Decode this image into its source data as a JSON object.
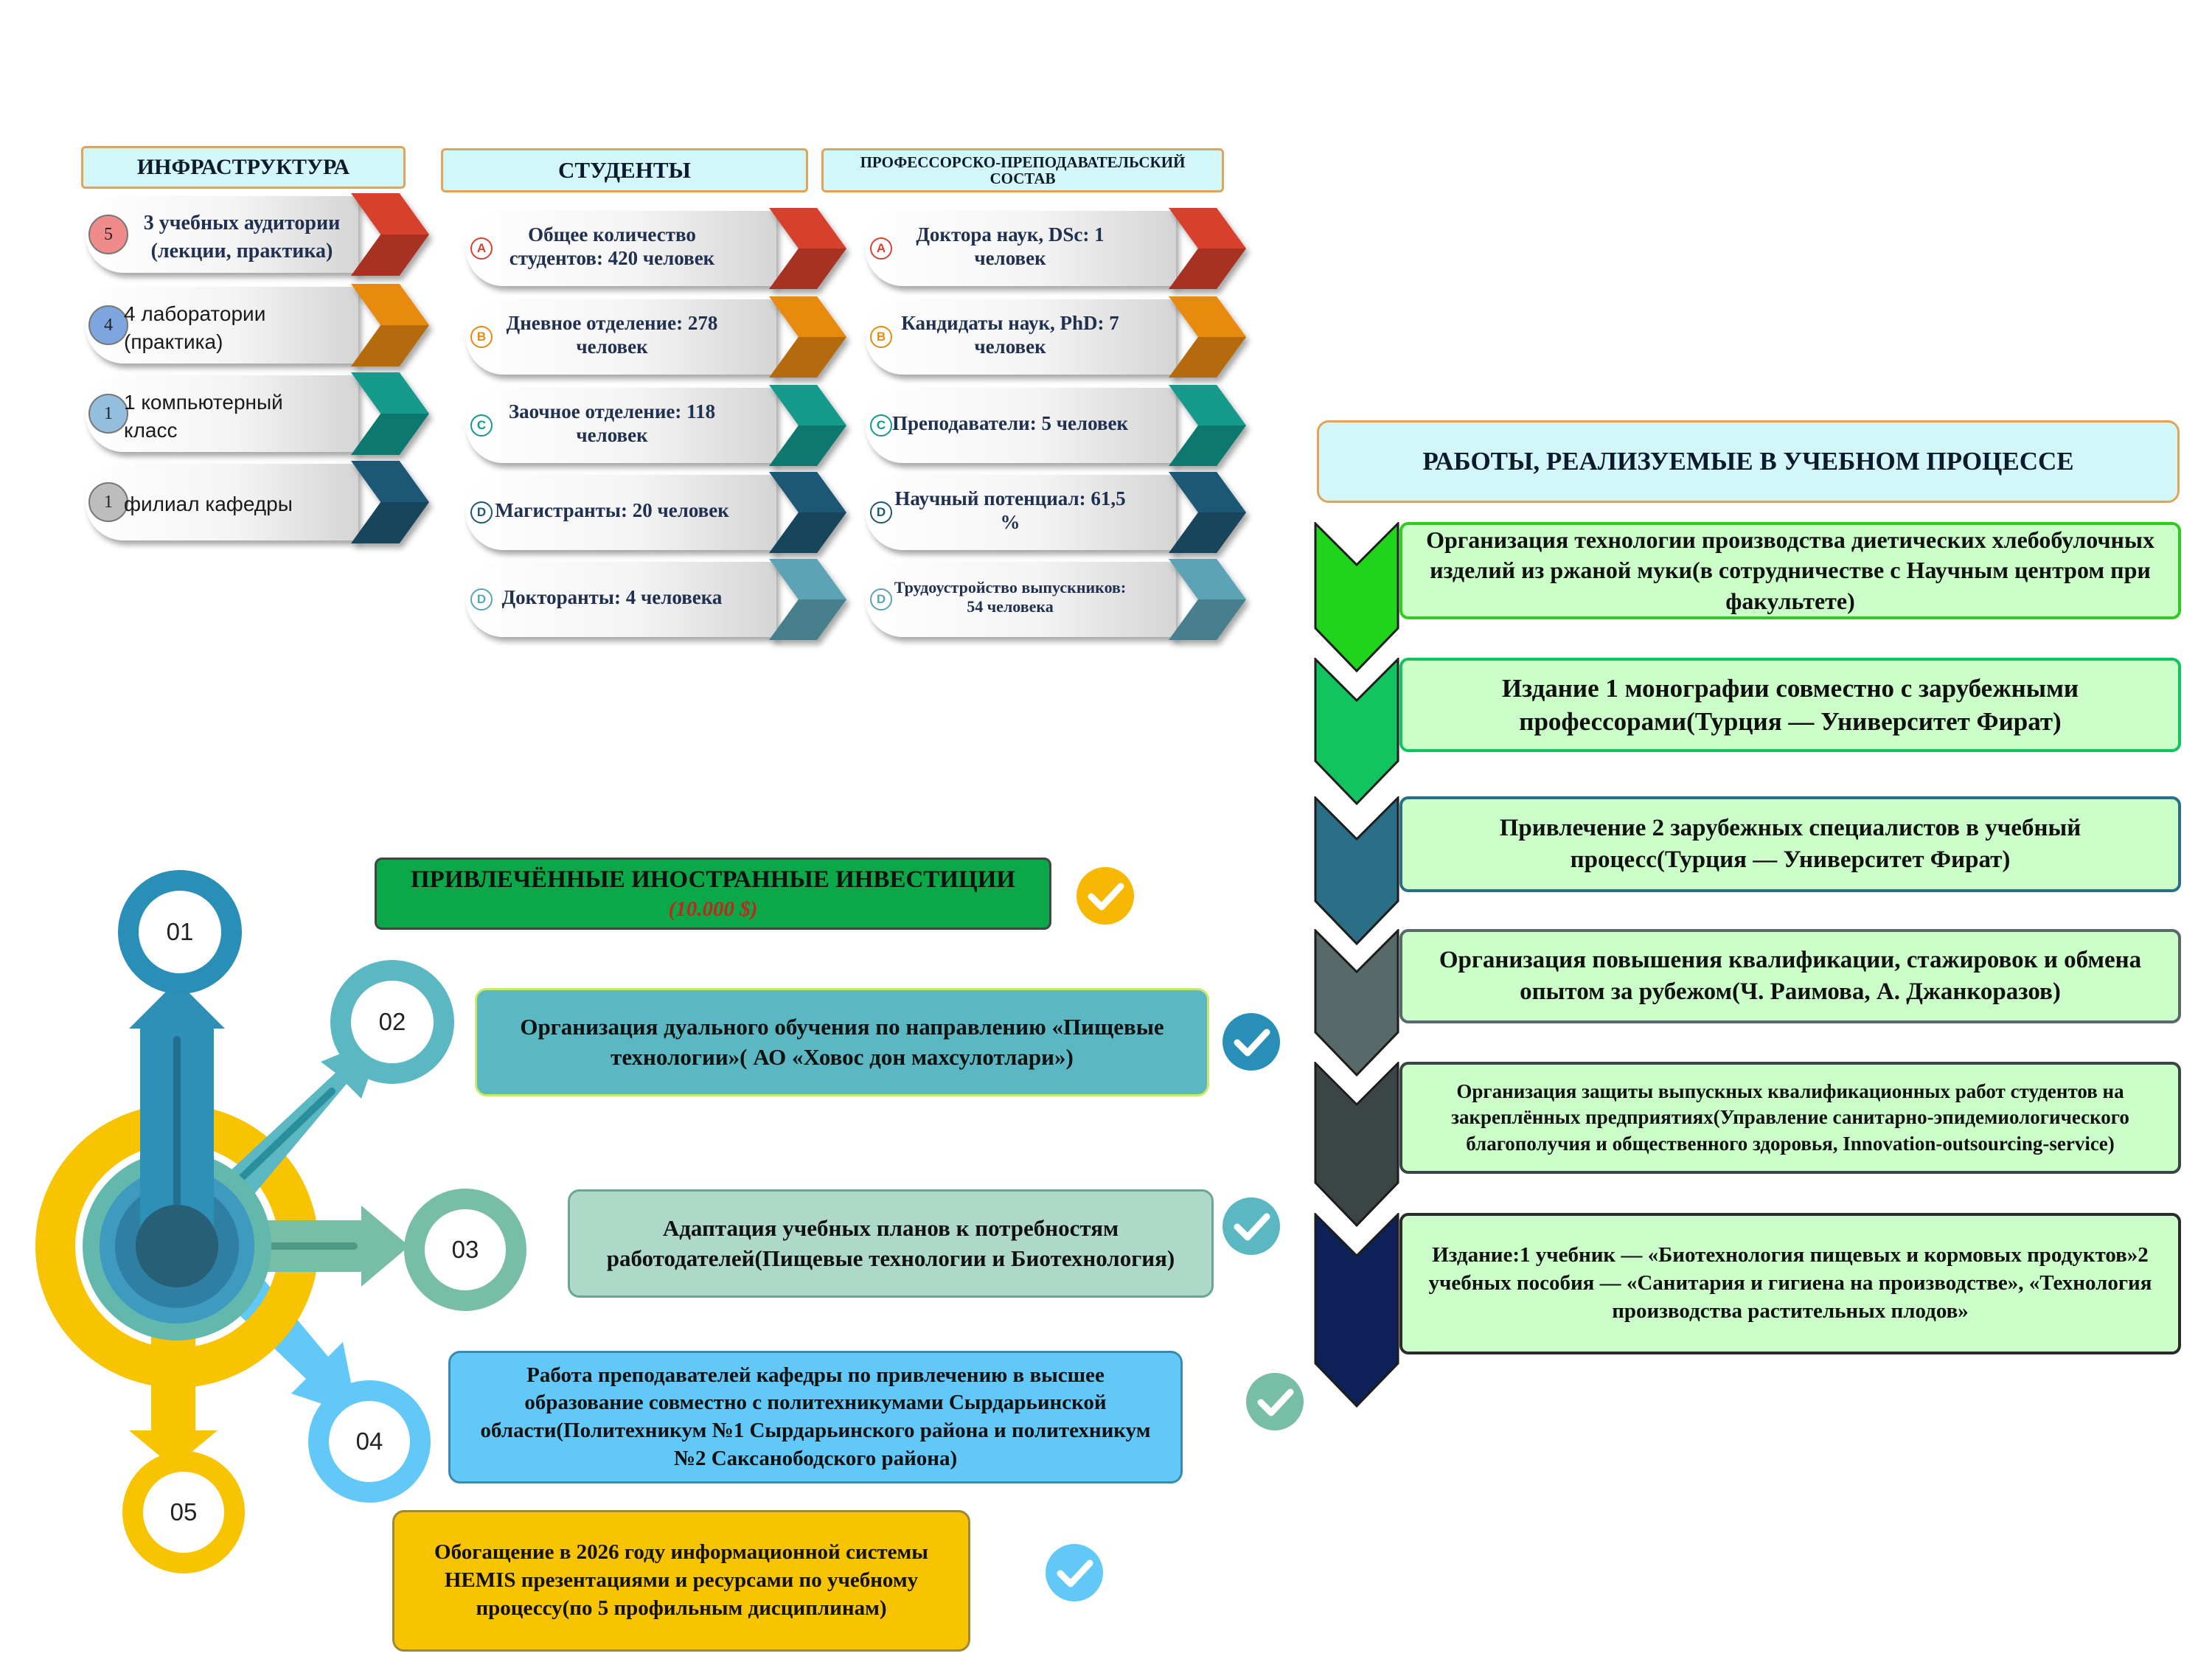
{
  "infrastructure": {
    "title": "ИНФРАСТРУКТУРА",
    "items": [
      {
        "badge": "5",
        "text": "3 учебных аудитории (лекции, практика)",
        "badge_color": "#f08b8b",
        "arrow_color": "#d8412f"
      },
      {
        "badge": "4",
        "text": "4 лаборатории (практика)",
        "badge_color": "#7ea6de",
        "arrow_color": "#e88a10"
      },
      {
        "badge": "1",
        "text": "1 компьютерный класс",
        "badge_color": "#93bede",
        "arrow_color": "#139a8c"
      },
      {
        "badge": "1",
        "text": "филиал кафедры",
        "badge_color": "#bdbdbd",
        "arrow_color": "#1e5876"
      }
    ]
  },
  "students": {
    "title": "СТУДЕНТЫ",
    "items": [
      {
        "letter": "A",
        "text": "Общее количество студентов: 420 человек",
        "color": "#d8412f"
      },
      {
        "letter": "B",
        "text": "Дневное отделение: 278 человек",
        "color": "#e88a10"
      },
      {
        "letter": "C",
        "text": "Заочное отделение: 118 человек",
        "color": "#139a8c"
      },
      {
        "letter": "D",
        "text": "Магистранты: 20 человек",
        "color": "#1e5876"
      },
      {
        "letter": "D",
        "text": "Докторанты: 4 человека",
        "color": "#5ba3b5"
      }
    ]
  },
  "staff": {
    "title": "ПРОФЕССОРСКО-ПРЕПОДАВАТЕЛЬСКИЙ СОСТАВ",
    "items": [
      {
        "letter": "A",
        "text": "Доктора наук, DSc: 1 человек",
        "color": "#d8412f"
      },
      {
        "letter": "B",
        "text": "Кандидаты наук, PhD: 7 человек",
        "color": "#e88a10"
      },
      {
        "letter": "C",
        "text": "Преподаватели: 5 человек",
        "color": "#139a8c"
      },
      {
        "letter": "D",
        "text": "Научный потенциал: 61,5 %",
        "color": "#1e5876"
      },
      {
        "letter": "D",
        "text": "Трудоустройство выпускников: 54 человека",
        "color": "#5ba3b5"
      }
    ]
  },
  "works": {
    "title": "РАБОТЫ, РЕАЛИЗУЕМЫЕ В УЧЕБНОМ ПРОЦЕССЕ",
    "items": [
      {
        "text": "Организация технологии производства диетических хлебобулочных изделий из ржаной муки(в сотрудничестве с Научным центром при факультете)",
        "chevron_color": "#1fd41a",
        "border_color": "#2ecc1e"
      },
      {
        "text": "Издание 1 монографии совместно с зарубежными профессорами(Турция — Университет Фират)",
        "chevron_color": "#12c45f",
        "border_color": "#12c45f"
      },
      {
        "text": "Привлечение 2 зарубежных специалистов в учебный процесс(Турция — Университет Фират)",
        "chevron_color": "#2a6f87",
        "border_color": "#2a6f87"
      },
      {
        "text": "Организация повышения квалификации, стажировок и обмена опытом за рубежом(Ч. Раимова, А. Джанкоразов)",
        "chevron_color": "#58696a",
        "border_color": "#58696a"
      },
      {
        "text": "Организация защиты выпускных квалификационных работ студентов на закреплённых предприятиях(Управление санитарно-эпидемиологического благополучия и общественного здоровья, Innovation-outsourcing-service)",
        "chevron_color": "#3b4546",
        "border_color": "#3b4546"
      },
      {
        "text": "Издание:1 учебник — «Биотехнология пищевых и кормовых продуктов»2 учебных пособия — «Санитария и гигиена на производстве», «Технология производства растительных плодов»",
        "chevron_color": "#0d2057",
        "border_color": "#2b2b2b"
      }
    ]
  },
  "timeline": {
    "items": [
      {
        "num": "01",
        "title": "ПРИВЛЕЧЁННЫЕ ИНОСТРАННЫЕ ИНВЕСТИЦИИ",
        "sub": "(10.000 $)",
        "fill": "#0ba84a",
        "ring": "#2a8fb6",
        "check": "#f6b800"
      },
      {
        "num": "02",
        "text": "Организация дуального обучения по направлению «Пищевые технологии»( АО «Ховос дон махсулотлари»)",
        "fill": "#5bb7c1",
        "ring": "#5bb7c1",
        "check": "#2a8fb6"
      },
      {
        "num": "03",
        "text": "Адаптация учебных планов к потребностям работодателей(Пищевые технологии и Биотехнология)",
        "fill": "#aed9c9",
        "ring": "#78bda6",
        "check": "#5bb7c1"
      },
      {
        "num": "04",
        "text": "Работа преподавателей кафедры по привлечению в высшее образование совместно с политехникумами Сырдарьинской области(Политехникум №1 Сырдарьинского района и политехникум №2 Саксанободского района)",
        "fill": "#62c8f8",
        "ring": "#62c8f8",
        "check": "#78bda6"
      },
      {
        "num": "05",
        "text": "Обогащение в 2026 году информационной системы HEMIS презентациями и ресурсами по учебному процессу(по 5 профильным дисциплинам)",
        "fill": "#f8c300",
        "ring": "#f8c300",
        "check": "#62c8f8"
      }
    ]
  }
}
